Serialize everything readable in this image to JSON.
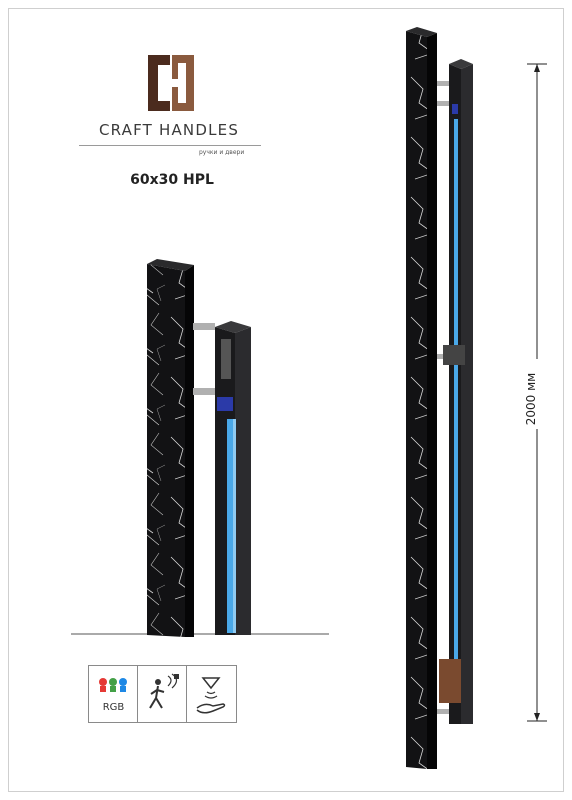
{
  "brand": {
    "name": "CRAFT HANDLES",
    "tagline": "ручки и двери"
  },
  "product": {
    "model": "60x30 HPL",
    "length": "2000 мм"
  },
  "features": [
    {
      "icon": "rgb-led-icon",
      "label": "RGB"
    },
    {
      "icon": "motion-sensor-icon",
      "label": ""
    },
    {
      "icon": "touchless-sensor-icon",
      "label": ""
    }
  ],
  "colors": {
    "marble": "#121214",
    "vein": "#d8d8d8",
    "led": "#4aa8e8",
    "accent": "#7a4a2f"
  }
}
